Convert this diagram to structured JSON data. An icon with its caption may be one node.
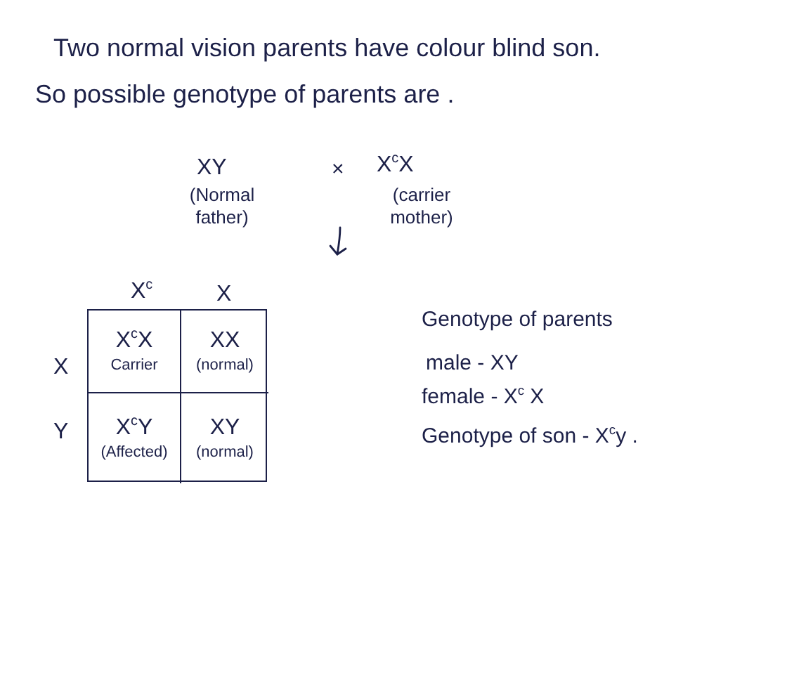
{
  "diagram": {
    "nodes": [
      {
        "text": [
          "X$^{c}$X",
          "Carrier"
        ]
      },
      {
        "text": [
          "XX",
          "(normal)"
        ]
      },
      {
        "text": [
          "X$^{c}$Y",
          "(Affected)"
        ]
      },
      {
        "text": [
          "XY",
          "(normal)"
        ]
      }
    ],
    "labels": [
      "Two normal vision parents have colour blind son.",
      "So possible genotype of parents are .",
      "XY",
      "×",
      "X$^{c}$X",
      "(Normal father)",
      "(carrier mother)",
      "X$^{c}$",
      "X",
      "Genotype of parents",
      "X",
      "male - XY",
      "female - X$^{c}$ X",
      "Y",
      "Genotype of son - X$^{c}$y ."
    ]
  }
}
